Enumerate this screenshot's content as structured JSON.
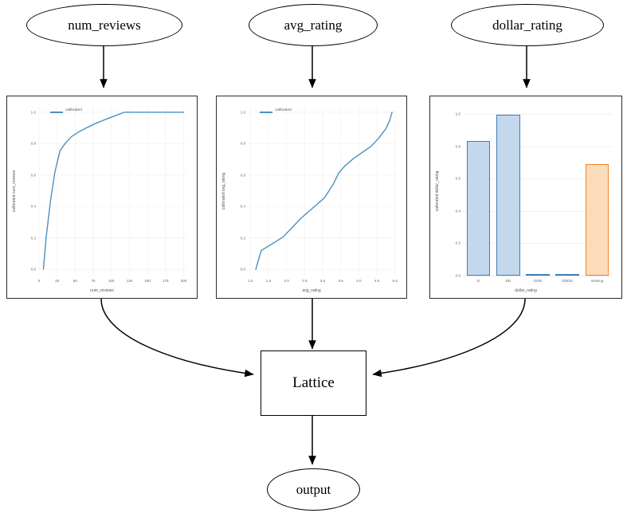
{
  "graph": {
    "input_nodes": [
      {
        "id": "num_reviews",
        "label": "num_reviews"
      },
      {
        "id": "avg_rating",
        "label": "avg_rating"
      },
      {
        "id": "dollar_rating",
        "label": "dollar_rating"
      }
    ],
    "lattice_label": "Lattice",
    "output_label": "output"
  },
  "chart_data": [
    {
      "type": "line",
      "title": "",
      "xlabel": "num_reviews",
      "ylabel": "calibrated num_reviews",
      "legend": [
        "calibrated"
      ],
      "legend_position": "upper left",
      "grid": true,
      "xlim": [
        0,
        205
      ],
      "ylim": [
        -0.04,
        1.04
      ],
      "xticks": [
        "0",
        "25",
        "50",
        "75",
        "100",
        "125",
        "150",
        "175",
        "200"
      ],
      "xtick_values": [
        0,
        25,
        50,
        75,
        100,
        125,
        150,
        175,
        200
      ],
      "yticks": [
        "0.0",
        "0.2",
        "0.4",
        "0.6",
        "0.8",
        "1.0"
      ],
      "ytick_values": [
        0.0,
        0.2,
        0.4,
        0.6,
        0.8,
        1.0
      ],
      "series": [
        {
          "name": "calibrated",
          "color": "#4c8fbd",
          "x": [
            6,
            10,
            16,
            22,
            29,
            36,
            45,
            56,
            68,
            80,
            94,
            108,
            118,
            140,
            165,
            200
          ],
          "y": [
            0.0,
            0.21,
            0.44,
            0.62,
            0.755,
            0.8,
            0.845,
            0.878,
            0.906,
            0.932,
            0.958,
            0.982,
            1.0,
            1.0,
            1.0,
            1.0
          ]
        }
      ]
    },
    {
      "type": "line",
      "title": "",
      "xlabel": "avg_rating",
      "ylabel": "calibrated avg_rating",
      "legend": [
        "calibrated"
      ],
      "legend_position": "upper left",
      "grid": true,
      "xlim": [
        0.95,
        5.05
      ],
      "ylim": [
        -0.04,
        1.04
      ],
      "xticks": [
        "1.0",
        "1.5",
        "2.0",
        "2.5",
        "3.0",
        "3.5",
        "4.0",
        "4.5",
        "5.0"
      ],
      "xtick_values": [
        1.0,
        1.5,
        2.0,
        2.5,
        3.0,
        3.5,
        4.0,
        4.5,
        5.0
      ],
      "yticks": [
        "0.0",
        "0.2",
        "0.4",
        "0.6",
        "0.8",
        "1.0"
      ],
      "ytick_values": [
        0.0,
        0.2,
        0.4,
        0.6,
        0.8,
        1.0
      ],
      "series": [
        {
          "name": "calibrated",
          "color": "#4c8fbd",
          "x": [
            1.15,
            1.3,
            1.55,
            1.9,
            2.15,
            2.4,
            2.6,
            2.85,
            3.05,
            3.3,
            3.45,
            3.6,
            3.85,
            4.1,
            4.35,
            4.55,
            4.75,
            4.85,
            4.92
          ],
          "y": [
            0.0,
            0.12,
            0.155,
            0.205,
            0.265,
            0.325,
            0.365,
            0.415,
            0.455,
            0.545,
            0.615,
            0.655,
            0.705,
            0.745,
            0.785,
            0.835,
            0.895,
            0.945,
            1.0
          ]
        }
      ]
    },
    {
      "type": "bar",
      "title": "",
      "xlabel": "dollar_rating",
      "ylabel": "calibrated dollar_rating",
      "grid": true,
      "ylim": [
        0,
        1.05
      ],
      "yticks": [
        "0.0",
        "0.2",
        "0.4",
        "0.6",
        "0.8",
        "1.0"
      ],
      "ytick_values": [
        0.0,
        0.2,
        0.4,
        0.6,
        0.8,
        1.0
      ],
      "categories": [
        "D",
        "DD",
        "DDD",
        "DDDD",
        "missing"
      ],
      "values": [
        0.835,
        0.995,
        0.008,
        0.0,
        0.692
      ],
      "colors": [
        "#c3d8ec",
        "#c3d8ec",
        "#c3d8ec",
        "#c3d8ec",
        "#fbdcba"
      ],
      "edge_colors": [
        "#3c7fbe",
        "#3c7fbe",
        "#3c7fbe",
        "#3c7fbe",
        "#f2822b"
      ]
    }
  ],
  "colors": {
    "line": "#4c8fbd",
    "bar_fill_blue": "#c3d8ec",
    "bar_edge_blue": "#3c7fbe",
    "bar_fill_orange": "#fbdcba",
    "bar_edge_orange": "#f2822b",
    "edge_stroke": "#000000",
    "panel_border": "#2b2b2b"
  }
}
